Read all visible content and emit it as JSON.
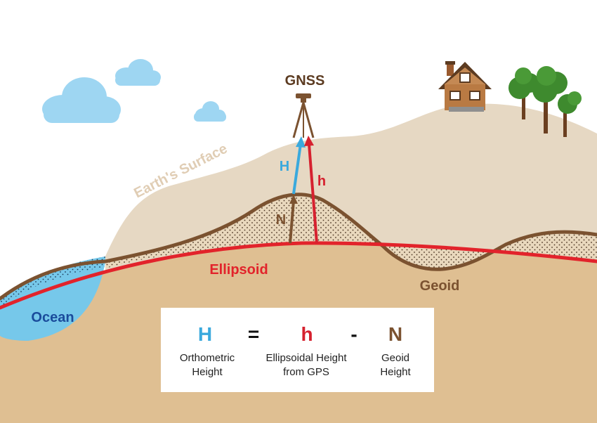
{
  "labels": {
    "gnss": "GNSS",
    "earth_surface": "Earth's Surface",
    "H": "H",
    "h": "h",
    "N": "N",
    "ellipsoid": "Ellipsoid",
    "geoid": "Geoid",
    "ocean": "Ocean"
  },
  "formula": {
    "H": "H",
    "equals": "=",
    "h": "h",
    "minus": "-",
    "N": "N",
    "orthometric_line1": "Orthometric",
    "orthometric_line2": "Height",
    "ellipsoidal_line1": "Ellipsoidal Height",
    "ellipsoidal_line2": "from GPS",
    "geoid_line1": "Geoid",
    "geoid_line2": "Height"
  },
  "colors": {
    "H": "#3aa9dd",
    "h": "#d6212f",
    "N": "#7b5230",
    "ellipsoid": "#e2232b",
    "geoid": "#7b5230",
    "earth_surface_text": "#e0cdb4",
    "ocean_text": "#1a4c9c",
    "ocean": "#76c8ea",
    "ground": "#dfbf92",
    "surface": "#e6d8c3",
    "cloud": "#9ed6f2"
  }
}
